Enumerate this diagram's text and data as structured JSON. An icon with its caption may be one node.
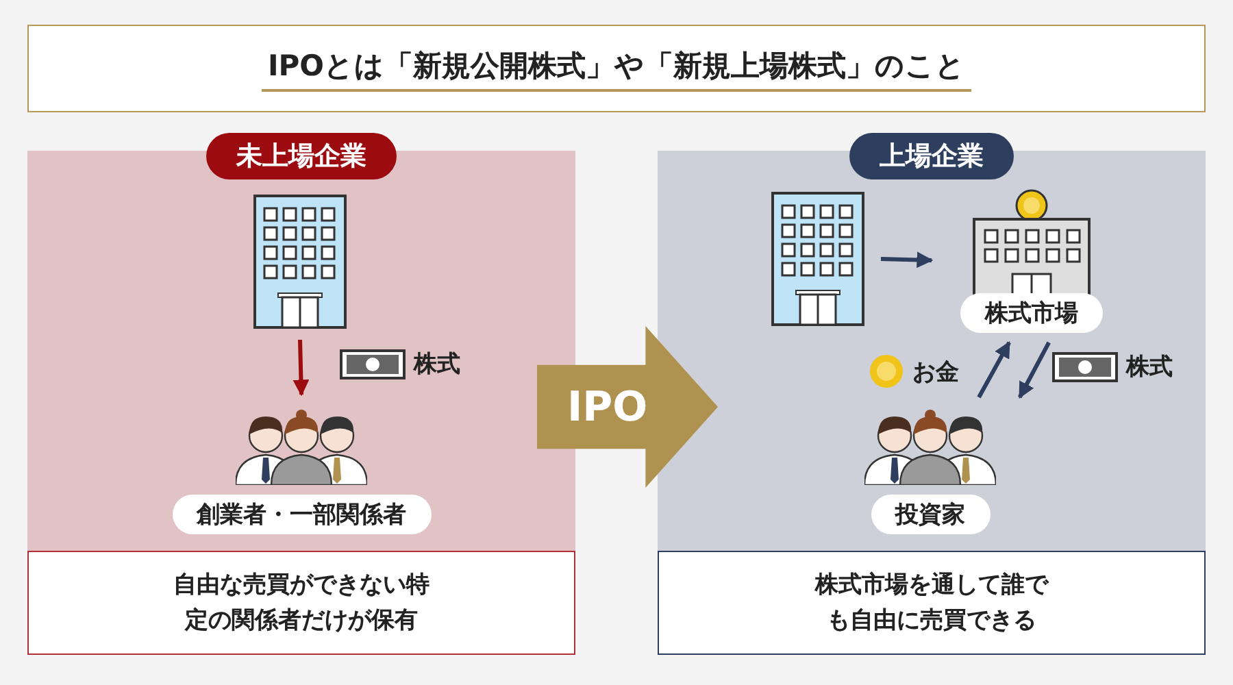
{
  "diagram": {
    "title": "IPOとは「新規公開株式」や「新規上場株式」のこと",
    "nodes": [
      {
        "text": [
          "未上場企業"
        ]
      },
      {
        "text": [],
        "shape": "picture",
        "in": 0
      },
      {
        "text": [
          "創業者・一部関係者"
        ],
        "in": 0
      },
      {
        "text": [
          "自由な売買ができない特定の関係者だけが保有"
        ],
        "in": 0
      },
      {
        "text": [
          "IPO"
        ]
      },
      {
        "text": [
          "上場企業"
        ]
      },
      {
        "text": [],
        "shape": "picture",
        "in": 5
      },
      {
        "text": [
          "株式市場"
        ],
        "in": 5
      },
      {
        "text": [
          "投資家"
        ],
        "in": 5
      },
      {
        "text": [
          "株式市場を通して誰でも自由に売買できる"
        ],
        "in": 5
      }
    ],
    "edges": [
      {
        "from": 1,
        "to": 2,
        "arrow": "to",
        "label": "株式",
        "color": "#9b0b10"
      },
      {
        "from": 6,
        "to": 7,
        "arrow": "to"
      },
      {
        "from": 8,
        "to": 7,
        "arrow": "to",
        "label": "お金"
      },
      {
        "from": 7,
        "to": 8,
        "arrow": "to",
        "label": "株式"
      }
    ]
  }
}
